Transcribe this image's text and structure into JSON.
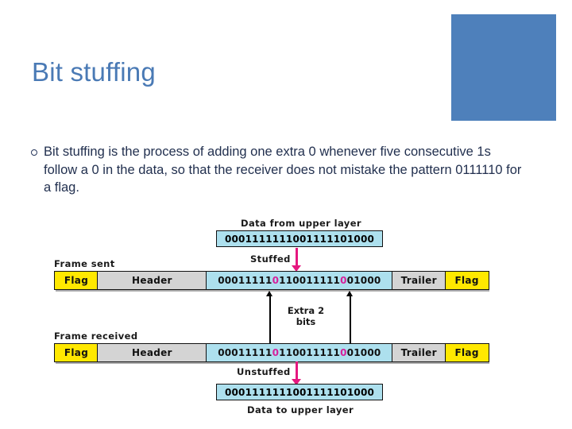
{
  "slide": {
    "title": "Bit stuffing",
    "accent_color": "#4e80bb",
    "title_color": "#4a7ab5",
    "bullet_glyph": "hollow-circle",
    "body_text": "Bit stuffing is the process of adding one extra 0 whenever five consecutive 1s follow a 0 in the data, so that the receiver does not mistake the pattern 0111110 for a flag."
  },
  "diagram": {
    "colors": {
      "data_fill": "#ade0ee",
      "flag_fill": "#ffe800",
      "header_fill": "#d4d4d4",
      "stuffed_bit": "#d6219b",
      "pink_arrow": "#e5177f"
    },
    "top_caption": "Data from upper layer",
    "top_bits": "0001111111001111101000",
    "stuffed_label": "Stuffed",
    "frame_sent_label": "Frame sent",
    "frame_received_label": "Frame received",
    "extra_bits_label_line1": "Extra 2",
    "extra_bits_label_line2": "bits",
    "unstuffed_label": "Unstuffed",
    "bottom_bits": "0001111111001111101000",
    "bottom_caption": "Data to upper layer",
    "cells": {
      "flag": "Flag",
      "header": "Header",
      "trailer": "Trailer"
    },
    "frame_bits_segments": [
      {
        "text": "00011111",
        "stuffed": false
      },
      {
        "text": "0",
        "stuffed": true
      },
      {
        "text": "1100",
        "stuffed": false
      },
      {
        "text": "11111",
        "stuffed": false
      },
      {
        "text": "0",
        "stuffed": true
      },
      {
        "text": "01000",
        "stuffed": false
      }
    ]
  }
}
